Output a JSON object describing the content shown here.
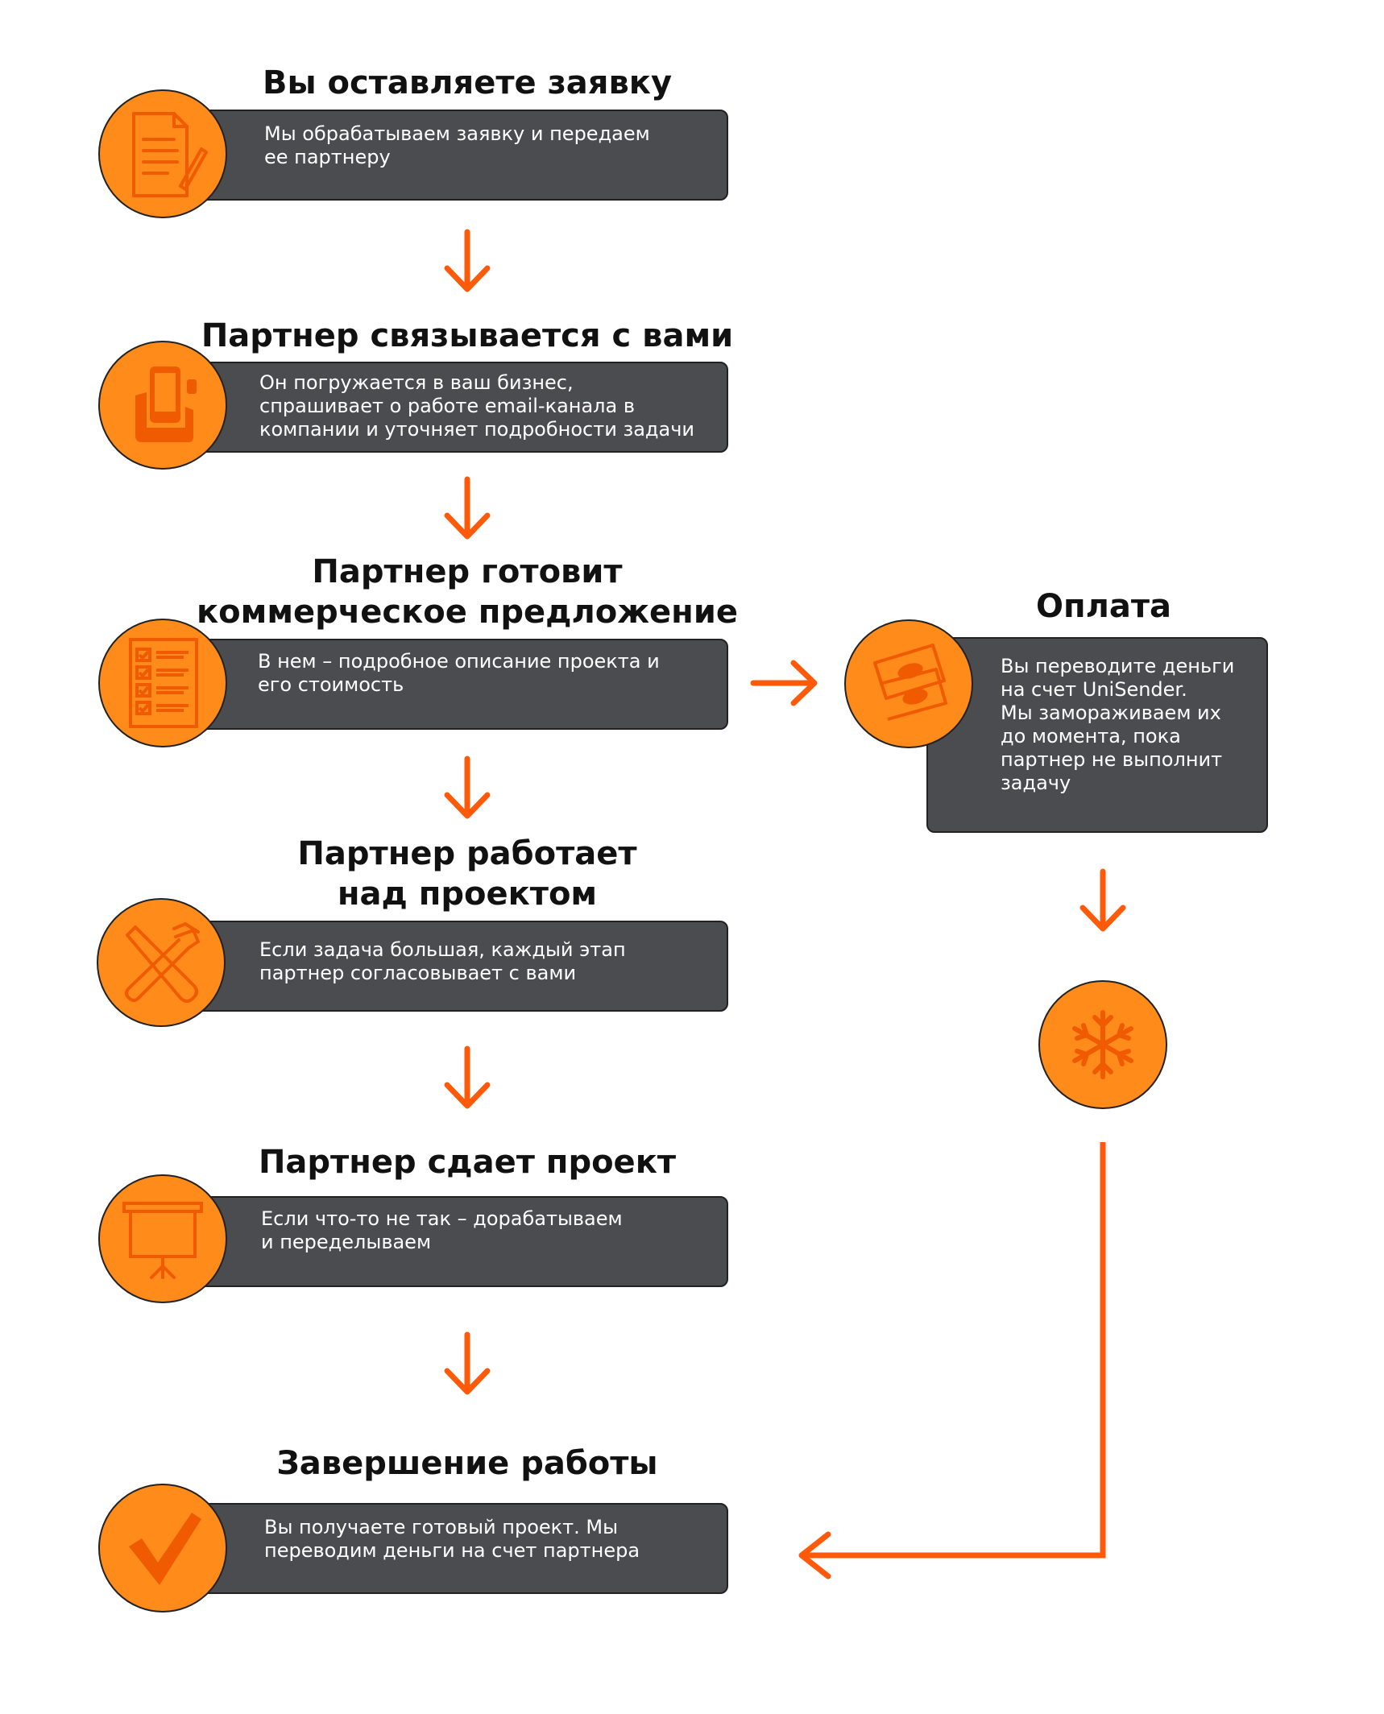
{
  "colors": {
    "accent": "#ff8c1a",
    "arrow": "#ff5a0a",
    "box": "#4b4c4f",
    "text": "#111111"
  },
  "steps": [
    {
      "title": "Вы оставляете заявку",
      "description": "Мы обрабатываем заявку и передаем\nее партнеру",
      "icon": "document-icon"
    },
    {
      "title": "Партнер связывается с вами",
      "description": "Он погружается в ваш бизнес,\nспрашивает о работе email-канала в\nкомпании и уточняет подробности задачи",
      "icon": "phone-icon"
    },
    {
      "title": "Партнер готовит\nкоммерческое предложение",
      "description": "В нем – подробное описание проекта и\nего стоимость",
      "icon": "checklist-icon"
    },
    {
      "title": "Партнер работает\nнад проектом",
      "description": "Если задача большая, каждый этап\nпартнер согласовывает с вами",
      "icon": "tools-icon"
    },
    {
      "title": "Партнер сдает проект",
      "description": "Если что-то не так – дорабатываем\nи переделываем",
      "icon": "presentation-icon"
    },
    {
      "title": "Завершение работы",
      "description": "Вы получаете готовый проект. Мы\nпереводим деньги на счет партнера",
      "icon": "checkmark-icon"
    }
  ],
  "payment": {
    "title": "Оплата",
    "description": "Вы переводите деньги\nна счет UniSender.\nМы замораживаем их\nдо момента, пока\nпартнер не выполнит\nзадачу",
    "icon": "money-icon",
    "freeze_icon": "snowflake-icon"
  }
}
